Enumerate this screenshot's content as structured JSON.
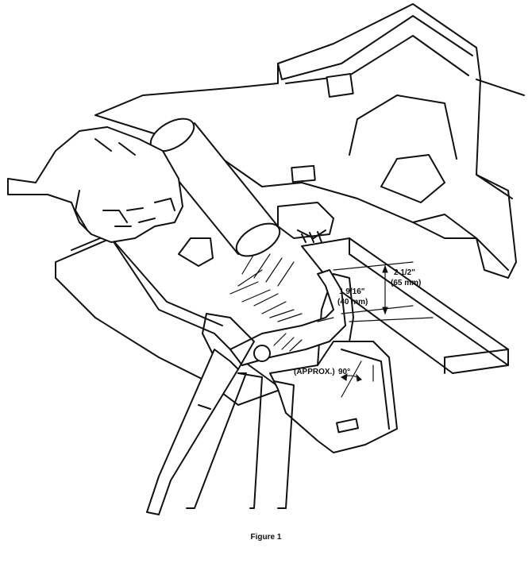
{
  "figure": {
    "caption": "Figure 1",
    "dimensions": {
      "outer_imperial": "2 1/2\"",
      "outer_metric": "(65 mm)",
      "inner_imperial": "1 9/16\"",
      "inner_metric": "(40 mm)"
    },
    "angle": {
      "qualifier": "(APPROX.)",
      "value": "90°"
    }
  }
}
